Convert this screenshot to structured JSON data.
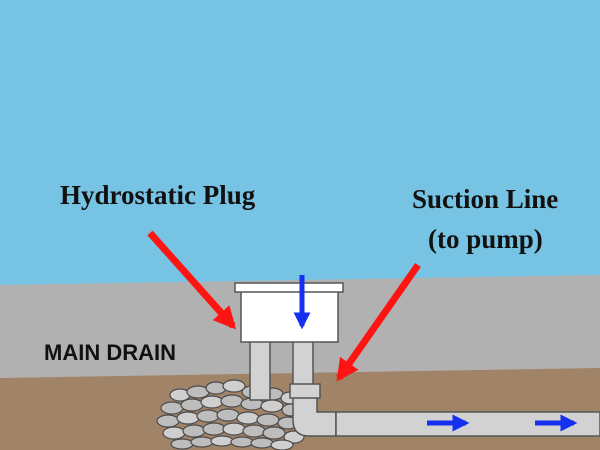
{
  "labels": {
    "hydrostatic_plug": "Hydrostatic Plug",
    "suction_line_1": "Suction Line",
    "suction_line_2": "(to pump)",
    "main_drain": "MAIN DRAIN"
  },
  "colors": {
    "water": "#77c3e3",
    "pool_wall": "#b1b1b1",
    "soil": "#a18468",
    "pipe": "#d2d2d2",
    "pipe_outline": "#555555",
    "plug_box": "#ffffff",
    "gravel": "#b8b8b8",
    "callout_arrow": "#ff1414",
    "flow_arrow": "#1530f0"
  },
  "icons": {
    "callout": "red-arrow-icon",
    "flow": "blue-flow-arrow-icon"
  }
}
